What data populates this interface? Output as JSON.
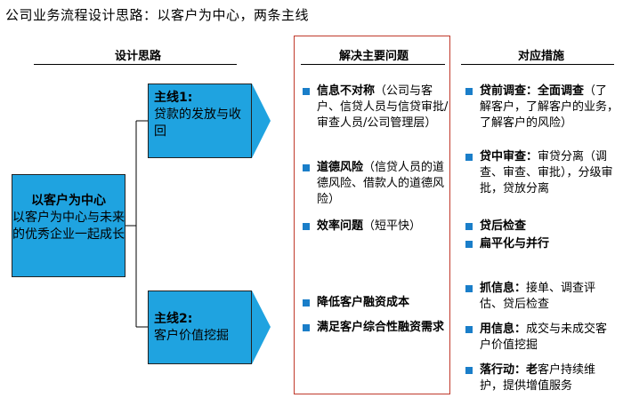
{
  "title": "公司业务流程设计思路：以客户为中心，两条主线",
  "columns": {
    "design": "设计思路",
    "problems": "解决主要问题",
    "measures": "对应措施"
  },
  "center": {
    "heading": "以客户为中心",
    "body": "以客户为中心与未来的优秀企业一起成长"
  },
  "main_lines": [
    {
      "heading": "主线1:",
      "body": "贷款的发放与收回"
    },
    {
      "heading": "主线2:",
      "body": "客户价值挖掘"
    }
  ],
  "problems_top": [
    {
      "bold": "信息不对称",
      "rest": "（公司与客户、信贷人员与信贷审批/审查人员/公司管理层）"
    },
    {
      "bold": "道德风险",
      "rest": "（信贷人员的道德风险、借款人的道德风险）"
    },
    {
      "bold": "效率问题",
      "rest": "（短平快）"
    }
  ],
  "problems_bottom": [
    {
      "bold": "降低客户融资成本",
      "rest": ""
    },
    {
      "bold": "满足客户综合性融资需求",
      "rest": ""
    }
  ],
  "measures_top": [
    {
      "bold": "贷前调查：全面调查",
      "rest": "（了解客户，了解客户的业务，了解客户的风险）"
    },
    {
      "bold": "贷中审查：",
      "rest": "审贷分离（调查、审查、审批），分级审批，贷放分离"
    },
    {
      "bold": "贷后检查",
      "rest": ""
    },
    {
      "bold": "扁平化与并行",
      "rest": ""
    }
  ],
  "measures_bottom": [
    {
      "bold": "抓信息：",
      "rest": "接单、调查评估、贷后检查"
    },
    {
      "bold": "用信息：",
      "rest": "成交与未成交客户价值挖掘"
    },
    {
      "bold": "落行动：老",
      "rest": "客户持续维护，提供增值服务"
    }
  ],
  "colors": {
    "box_fill": "#1fa3e0",
    "bullet": "#1a7ec9",
    "frame": "#c0392b"
  }
}
